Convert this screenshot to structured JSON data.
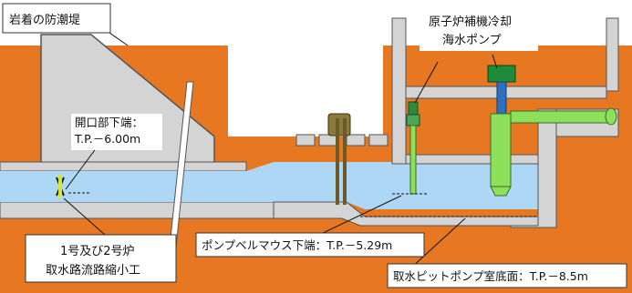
{
  "labels": {
    "breakwater": "岩着の防潮堤",
    "opening_line1": "開口部下端：",
    "opening_line2": "T.P.－6.00m",
    "pump_name_line1": "原子炉補機冷却",
    "pump_name_line2": "海水ポンプ",
    "bellmouth": "ポンプベルマウス下端：T.P.－5.29m",
    "intake_line1": "1号及び2号炉",
    "intake_line2": "取水路流路縮小工",
    "pit_floor": "取水ピットポンプ室底面：T.P.－8.5m"
  },
  "colors": {
    "ground": "#E87722",
    "concrete": "#D4D4D4",
    "concrete_edge": "#555555",
    "water": "#AED6F5",
    "pipe_green": "#8CE05A",
    "pump_dark_green": "#1E8B3A",
    "pump_blue": "#2E6FC0",
    "screen_olive": "#6B5A2A"
  }
}
